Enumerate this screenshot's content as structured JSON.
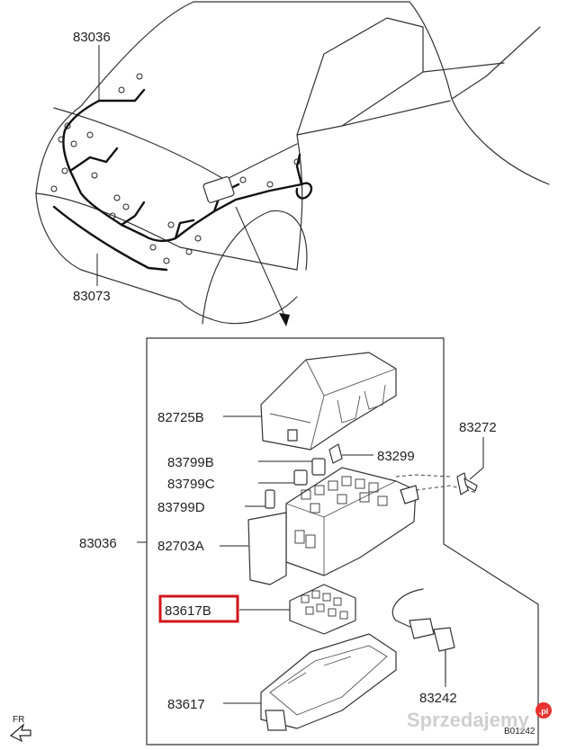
{
  "labels": {
    "top_harness": "83036",
    "front_harness": "83073",
    "cover": "82725B",
    "relay_b": "83799B",
    "relay_c": "83799C",
    "relay_d": "83799D",
    "clip": "83299",
    "bolt": "83272",
    "box_assembly": "83036",
    "block": "82703A",
    "fuse_block": "83617B",
    "lower_case": "83617",
    "sensor": "83242",
    "direction": "FR",
    "figure_code": "B01242"
  },
  "watermark": {
    "text": "Sprzedajemy",
    "suffix": ".pl"
  },
  "colors": {
    "highlight": "#d0161b",
    "watermark_badge": "#e8332e"
  }
}
